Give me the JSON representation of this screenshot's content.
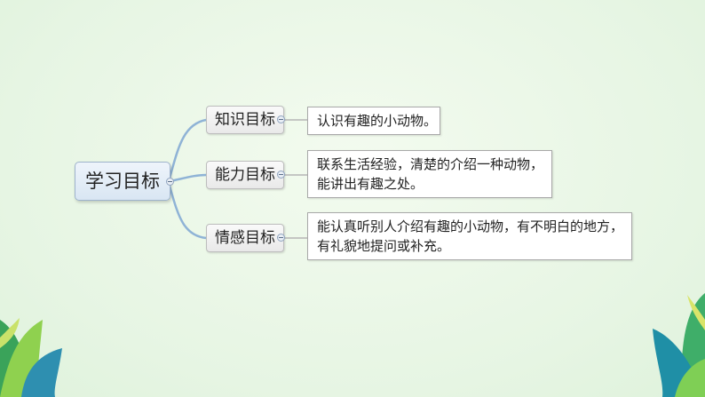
{
  "mindmap": {
    "root": "学习目标",
    "branches": [
      {
        "label": "知识目标",
        "detail": [
          "认识有趣的小动物。"
        ]
      },
      {
        "label": "能力目标",
        "detail": [
          "联系生活经验，清楚的介绍一种动物，",
          "能讲出有趣之处。"
        ]
      },
      {
        "label": "情感目标",
        "detail": [
          "能认真听别人介绍有趣的小动物，有不明白的地方，",
          "有礼貌地提问或补充。"
        ]
      }
    ]
  },
  "colors": {
    "background": "#eaf7e7",
    "connector": "#8fb3d6",
    "root_fill": "#dfe9f4"
  }
}
